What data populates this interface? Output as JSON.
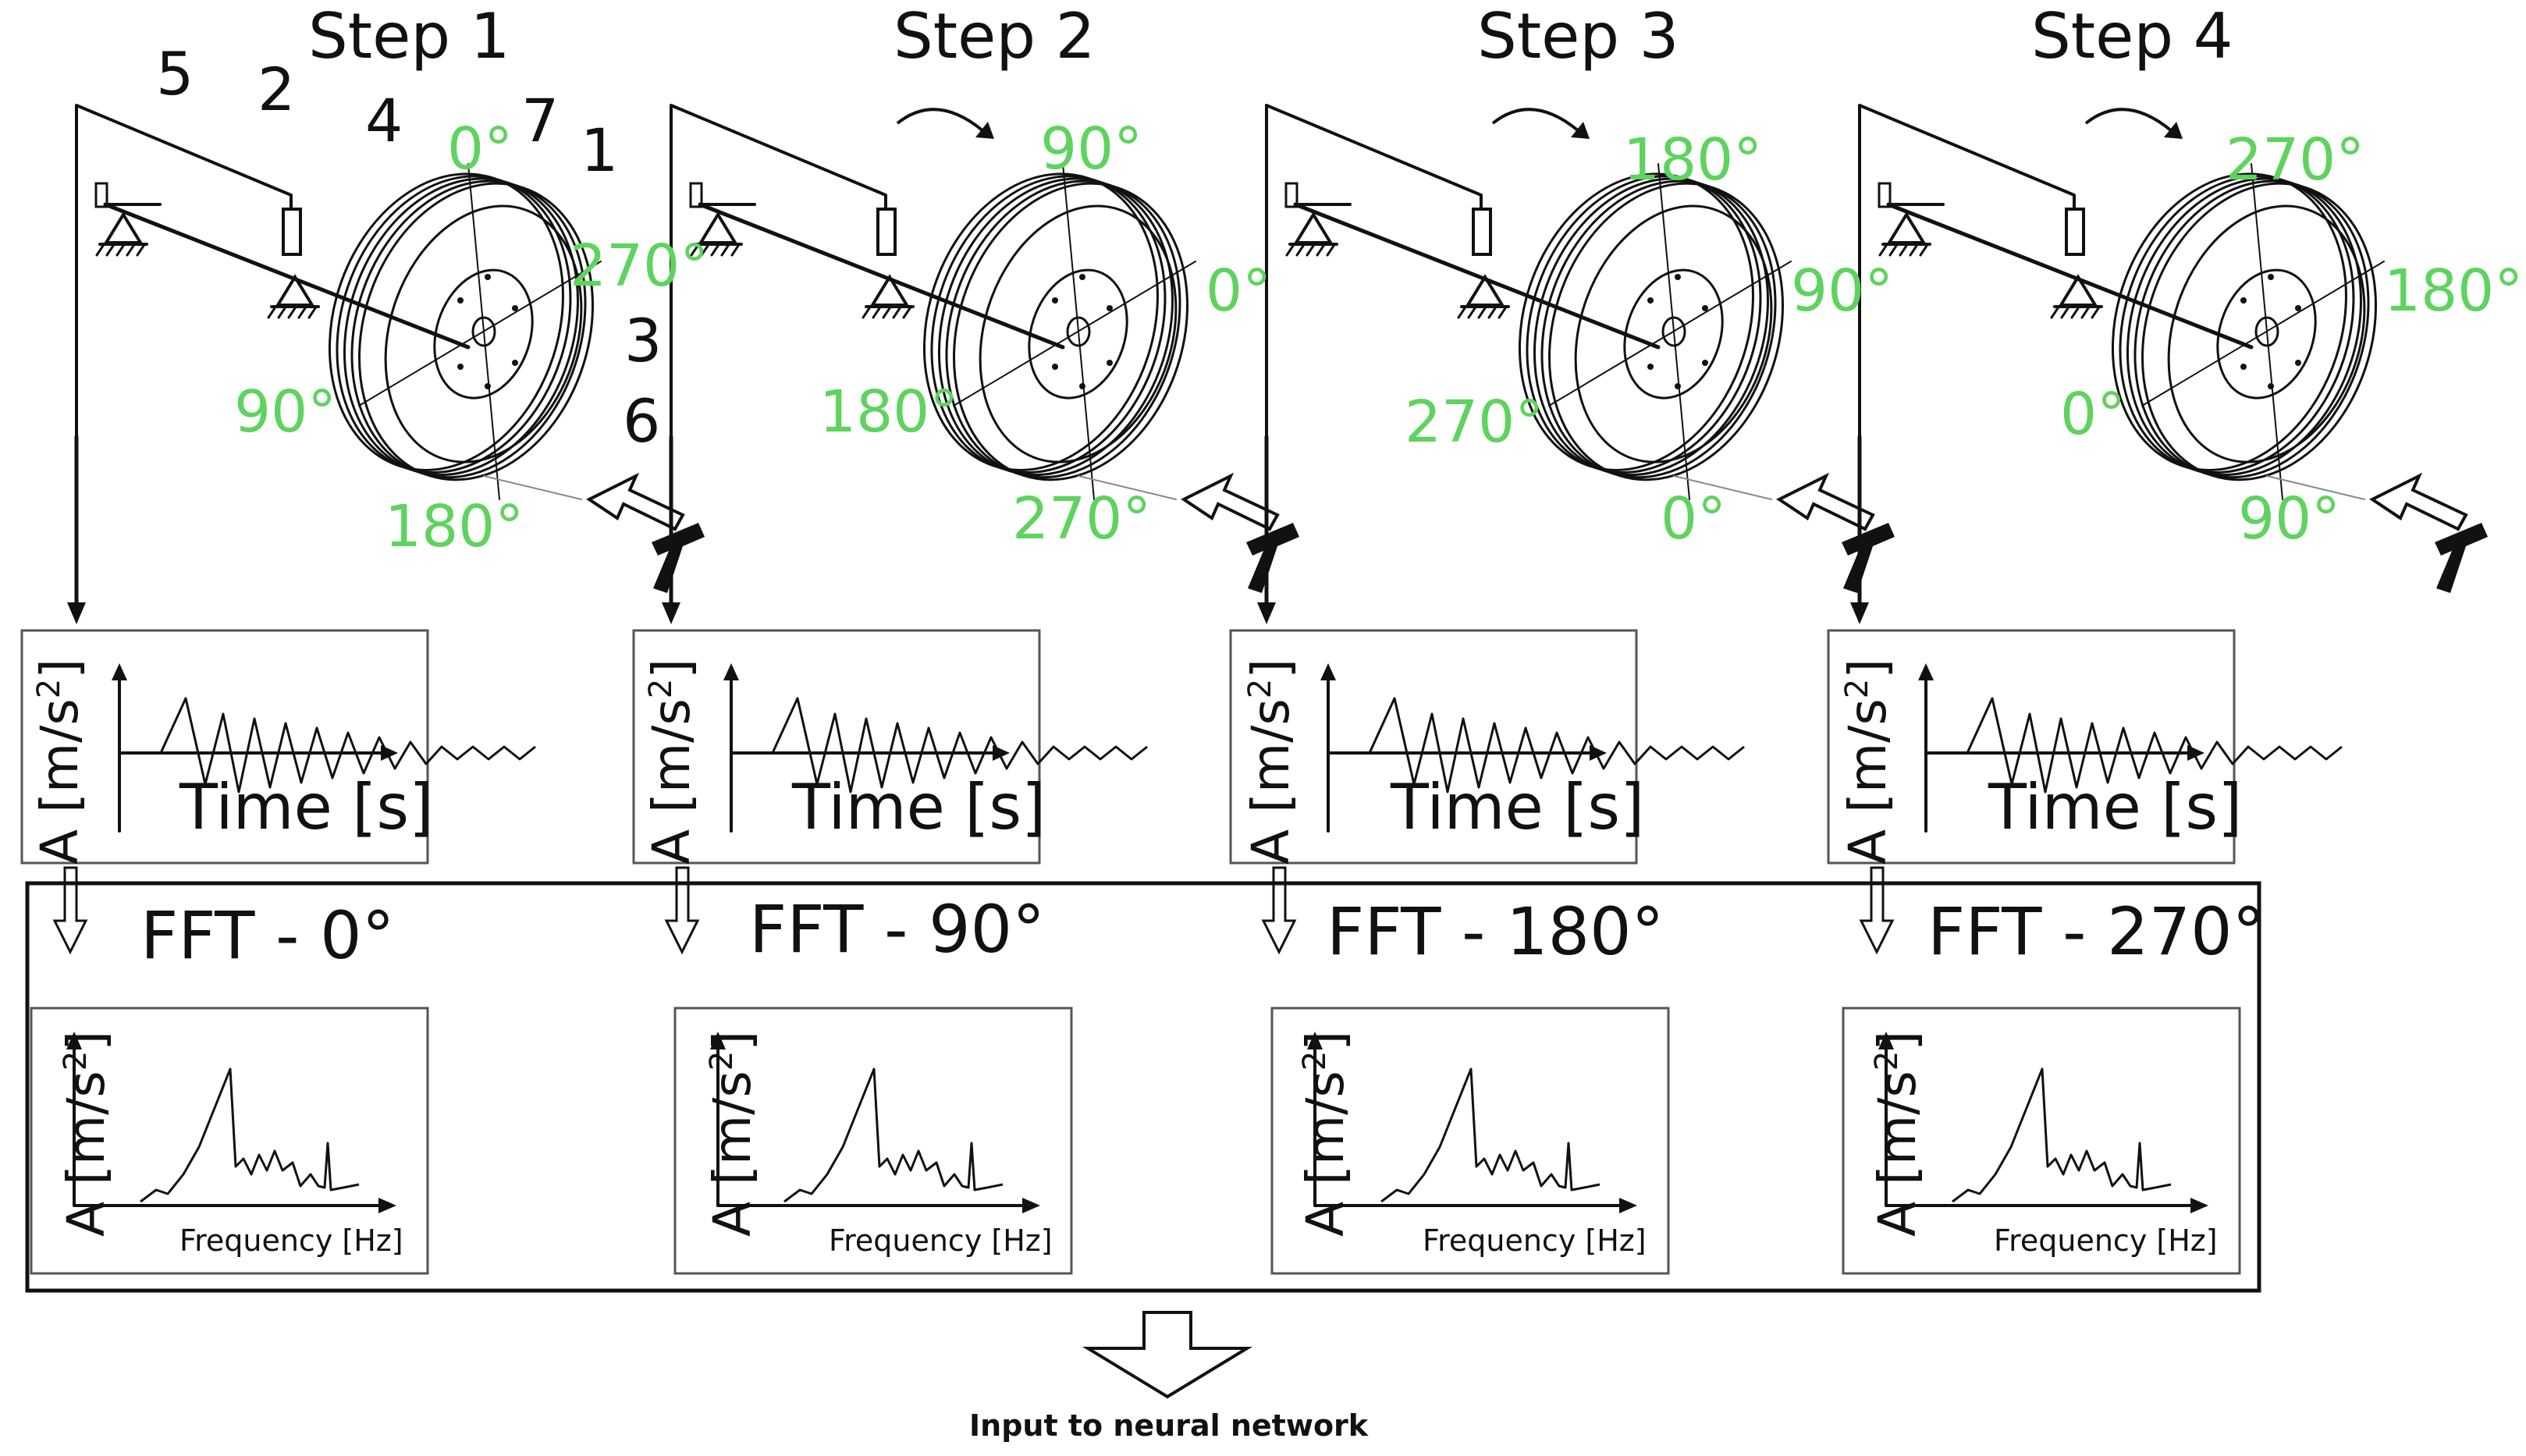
{
  "steps": [
    {
      "title": "Step 1",
      "angles": {
        "top": "0°",
        "right": "270°",
        "left": "90°",
        "bottom": "180°"
      },
      "fft_title": "FFT - 0°"
    },
    {
      "title": "Step 2",
      "angles": {
        "top": "90°",
        "right": "0°",
        "left": "180°",
        "bottom": "270°"
      },
      "fft_title": "FFT - 90°"
    },
    {
      "title": "Step 3",
      "angles": {
        "top": "180°",
        "right": "90°",
        "left": "270°",
        "bottom": "0°"
      },
      "fft_title": "FFT - 180°"
    },
    {
      "title": "Step 4",
      "angles": {
        "top": "270°",
        "right": "180°",
        "left": "0°",
        "bottom": "90°"
      },
      "fft_title": "FFT - 270°"
    }
  ],
  "part_numbers": [
    "1",
    "2",
    "3",
    "4",
    "5",
    "6",
    "7"
  ],
  "time_plot": {
    "ylabel": "A [m/s",
    "ylabel_sup": "2",
    "ylabel_close": "]",
    "xlabel": "Time [s]"
  },
  "freq_plot": {
    "ylabel": "A [m/s",
    "ylabel_sup": "2",
    "ylabel_close": "]",
    "xlabel": "Frequency [Hz]"
  },
  "footer": "Input to neural network",
  "colors": {
    "angle": "#5ed35e",
    "line": "#111111",
    "frame": "#555555"
  }
}
